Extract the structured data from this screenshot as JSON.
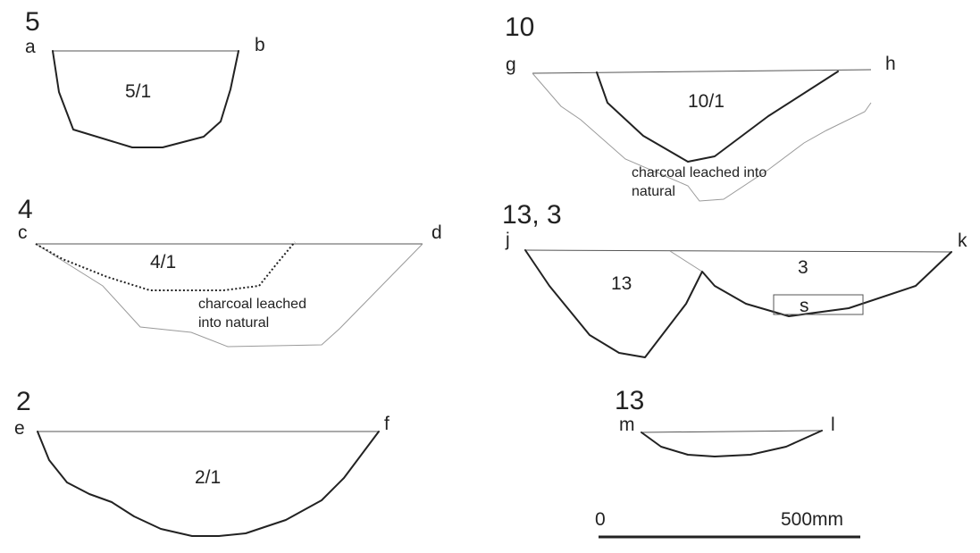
{
  "section_5": {
    "title": "5",
    "left_point": "a",
    "right_point": "b",
    "fill_label": "5/1"
  },
  "section_10": {
    "title": "10",
    "left_point": "g",
    "right_point": "h",
    "fill_label": "10/1",
    "note_line1": "charcoal leached into",
    "note_line2": "natural"
  },
  "section_4": {
    "title": "4",
    "left_point": "c",
    "right_point": "d",
    "fill_label": "4/1",
    "note_line1": "charcoal leached",
    "note_line2": "into natural"
  },
  "section_13_3": {
    "title": "13, 3",
    "left_point": "j",
    "right_point": "k",
    "left_fill_label": "13",
    "right_fill_label": "3",
    "inclusion_label": "s"
  },
  "section_2": {
    "title": "2",
    "left_point": "e",
    "right_point": "f",
    "fill_label": "2/1"
  },
  "section_13": {
    "title": "13",
    "left_point": "m",
    "right_point": "l"
  },
  "scale_bar": {
    "start_label": "0",
    "end_label": "500mm"
  },
  "colors": {
    "ink": "#222222",
    "faint_line": "#9a9a9a"
  }
}
